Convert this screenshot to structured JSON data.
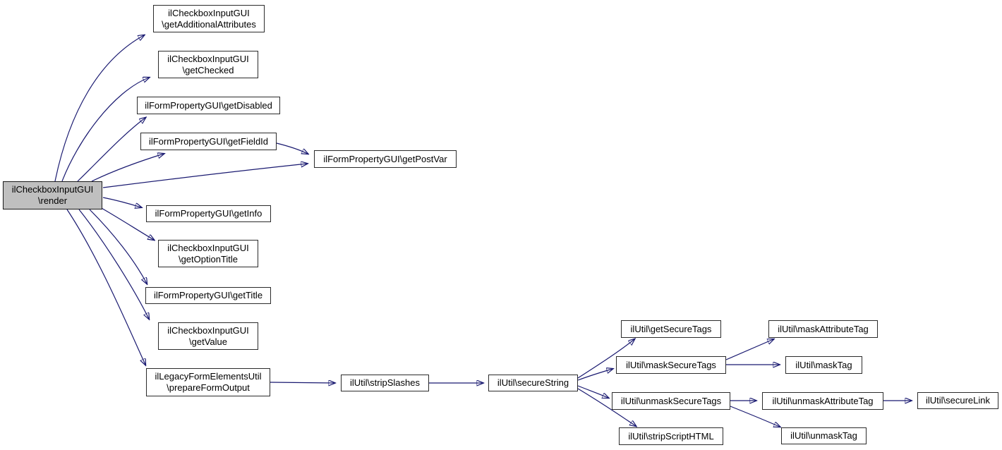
{
  "diagram": {
    "type": "call-graph",
    "colors": {
      "background": "#ffffff",
      "edge": "#191970",
      "node_fill": "#ffffff",
      "node_border": "#2b2b2b",
      "highlighted_node_fill": "#bfbfbf"
    },
    "nodes": {
      "render": {
        "label": "ilCheckboxInputGUI\n\\render",
        "highlighted": true
      },
      "get_additional_attributes": {
        "label": "ilCheckboxInputGUI\n\\getAdditionalAttributes"
      },
      "get_checked": {
        "label": "ilCheckboxInputGUI\n\\getChecked"
      },
      "get_disabled": {
        "label": "ilFormPropertyGUI\\getDisabled"
      },
      "get_field_id": {
        "label": "ilFormPropertyGUI\\getFieldId"
      },
      "get_post_var": {
        "label": "ilFormPropertyGUI\\getPostVar"
      },
      "get_info": {
        "label": "ilFormPropertyGUI\\getInfo"
      },
      "get_option_title": {
        "label": "ilCheckboxInputGUI\n\\getOptionTitle"
      },
      "get_title": {
        "label": "ilFormPropertyGUI\\getTitle"
      },
      "get_value": {
        "label": "ilCheckboxInputGUI\n\\getValue"
      },
      "prepare_form_output": {
        "label": "ilLegacyFormElementsUtil\n\\prepareFormOutput"
      },
      "strip_slashes": {
        "label": "ilUtil\\stripSlashes"
      },
      "secure_string": {
        "label": "ilUtil\\secureString"
      },
      "get_secure_tags": {
        "label": "ilUtil\\getSecureTags"
      },
      "mask_secure_tags": {
        "label": "ilUtil\\maskSecureTags"
      },
      "unmask_secure_tags": {
        "label": "ilUtil\\unmaskSecureTags"
      },
      "strip_script_html": {
        "label": "ilUtil\\stripScriptHTML"
      },
      "mask_attribute_tag": {
        "label": "ilUtil\\maskAttributeTag"
      },
      "mask_tag": {
        "label": "ilUtil\\maskTag"
      },
      "unmask_attribute_tag": {
        "label": "ilUtil\\unmaskAttributeTag"
      },
      "unmask_tag": {
        "label": "ilUtil\\unmaskTag"
      },
      "secure_link": {
        "label": "ilUtil\\secureLink"
      }
    },
    "edges": [
      {
        "from": "render",
        "to": "get_additional_attributes"
      },
      {
        "from": "render",
        "to": "get_checked"
      },
      {
        "from": "render",
        "to": "get_disabled"
      },
      {
        "from": "render",
        "to": "get_field_id"
      },
      {
        "from": "render",
        "to": "get_post_var"
      },
      {
        "from": "render",
        "to": "get_info"
      },
      {
        "from": "render",
        "to": "get_option_title"
      },
      {
        "from": "render",
        "to": "get_title"
      },
      {
        "from": "render",
        "to": "get_value"
      },
      {
        "from": "render",
        "to": "prepare_form_output"
      },
      {
        "from": "get_field_id",
        "to": "get_post_var"
      },
      {
        "from": "prepare_form_output",
        "to": "strip_slashes"
      },
      {
        "from": "strip_slashes",
        "to": "secure_string"
      },
      {
        "from": "secure_string",
        "to": "get_secure_tags"
      },
      {
        "from": "secure_string",
        "to": "mask_secure_tags"
      },
      {
        "from": "secure_string",
        "to": "unmask_secure_tags"
      },
      {
        "from": "secure_string",
        "to": "strip_script_html"
      },
      {
        "from": "mask_secure_tags",
        "to": "mask_attribute_tag"
      },
      {
        "from": "mask_secure_tags",
        "to": "mask_tag"
      },
      {
        "from": "unmask_secure_tags",
        "to": "unmask_attribute_tag"
      },
      {
        "from": "unmask_secure_tags",
        "to": "unmask_tag"
      },
      {
        "from": "unmask_attribute_tag",
        "to": "secure_link"
      }
    ]
  }
}
